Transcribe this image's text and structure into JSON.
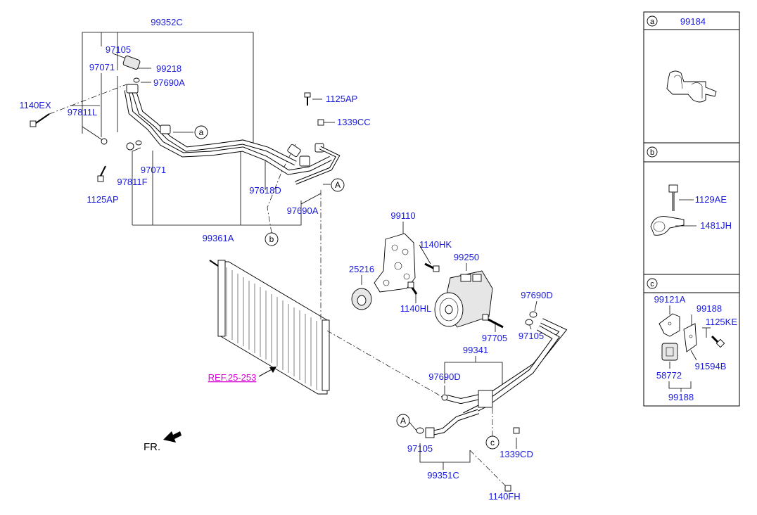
{
  "labels": {
    "p99352C": "99352C",
    "p97105_top": "97105",
    "p97071_top": "97071",
    "p99218": "99218",
    "p97690A_top": "97690A",
    "p1140EX": "1140EX",
    "p97811L": "97811L",
    "p1125AP_top": "1125AP",
    "p1339CC": "1339CC",
    "p97071_bot": "97071",
    "p97811F": "97811F",
    "p1125AP_bot": "1125AP",
    "p97618D": "97618D",
    "p97690A_bot": "97690A",
    "p99361A": "99361A",
    "p99110": "99110",
    "p1140HK": "1140HK",
    "p99250": "99250",
    "p25216": "25216",
    "p1140HL": "1140HL",
    "p97690D_right": "97690D",
    "p97705": "97705",
    "p97105_mid": "97105",
    "p99341": "99341",
    "p97690D_left": "97690D",
    "p97105_bot": "97105",
    "p1339CD": "1339CD",
    "p99351C": "99351C",
    "p1140FH": "1140FH",
    "ref": "REF.25-253",
    "fr": "FR.",
    "callout_a": "a",
    "callout_b": "b",
    "callout_c": "c",
    "callout_A": "A"
  },
  "legend": {
    "a": {
      "letter": "a",
      "part": "99184"
    },
    "b": {
      "letter": "b",
      "parts": [
        "1129AE",
        "1481JH"
      ]
    },
    "c": {
      "letter": "c",
      "parts": [
        "99121A",
        "99188",
        "1125KE",
        "91594B",
        "58772",
        "99188"
      ]
    }
  },
  "colors": {
    "part_number": "#1a1adc",
    "reference": "#d400d4"
  }
}
